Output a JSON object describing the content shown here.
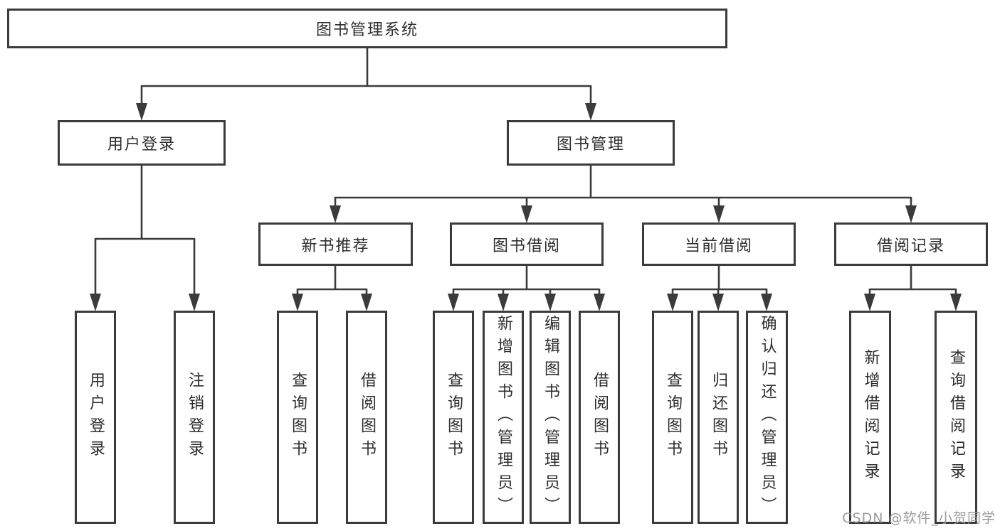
{
  "tree": {
    "root": "图书管理系统",
    "login": {
      "label": "用户登录",
      "children": [
        "用户登录",
        "注销登录"
      ]
    },
    "management": {
      "label": "图书管理",
      "recommend": {
        "label": "新书推荐",
        "children": [
          "查询图书",
          "借阅图书"
        ]
      },
      "borrow": {
        "label": "图书借阅",
        "children": [
          "查询图书",
          "新增图书（管理员）",
          "编辑图书（管理员）",
          "借阅图书"
        ]
      },
      "current": {
        "label": "当前借阅",
        "children": [
          "查询图书",
          "归还图书",
          "确认归还（管理员）"
        ]
      },
      "records": {
        "label": "借阅记录",
        "children": [
          "新增借阅记录",
          "查询借阅记录"
        ]
      }
    }
  },
  "watermark": {
    "text": "CSDN @软件_小贺同学"
  },
  "colors": {
    "line": "#3b3b3b",
    "text": "#2d2d2d",
    "watermark": "#9b9b9b",
    "background": "#ffffff"
  }
}
